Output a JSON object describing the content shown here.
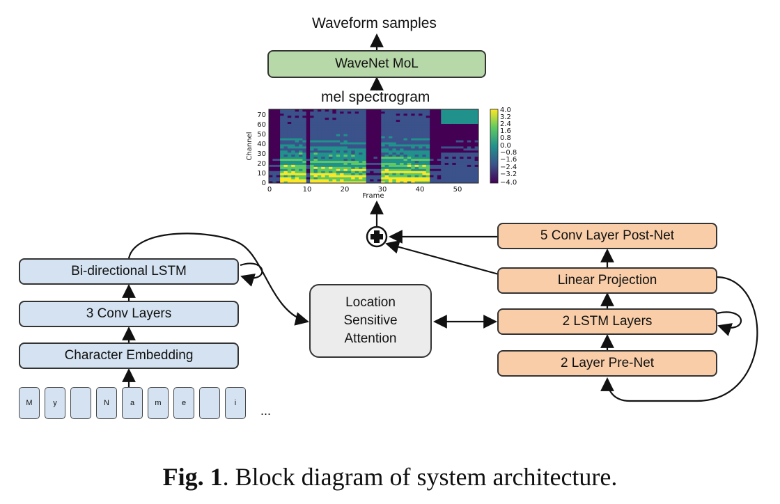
{
  "output_label": "Waveform samples",
  "vocoder": "WaveNet MoL",
  "mel_label": "mel spectrogram",
  "spectrogram": {
    "ylabel": "Channel",
    "xlabel": "Frame",
    "y_ticks": [
      "0",
      "10",
      "20",
      "30",
      "40",
      "50",
      "60",
      "70"
    ],
    "x_ticks": [
      "0",
      "10",
      "20",
      "30",
      "40",
      "50"
    ],
    "colorbar_ticks": [
      "4.0",
      "3.2",
      "2.4",
      "1.6",
      "0.8",
      "0.0",
      "−0.8",
      "−1.6",
      "−2.4",
      "−3.2",
      "−4.0"
    ],
    "colormap": [
      "#440154",
      "#3b528b",
      "#21918c",
      "#5ec962",
      "#fde725"
    ]
  },
  "encoder": {
    "bilstm": "Bi-directional LSTM",
    "conv": "3 Conv Layers",
    "embedding": "Character Embedding"
  },
  "attention": {
    "line1": "Location",
    "line2": "Sensitive",
    "line3": "Attention"
  },
  "decoder": {
    "postnet": "5 Conv Layer Post-Net",
    "linear": "Linear Projection",
    "lstm": "2 LSTM Layers",
    "prenet": "2 Layer Pre-Net"
  },
  "tokens": [
    "M",
    "y",
    "",
    "N",
    "a",
    "m",
    "e",
    "",
    "i"
  ],
  "ellipsis": "...",
  "caption": {
    "bold": "Fig. 1",
    "text": ". Block diagram of system architecture."
  }
}
